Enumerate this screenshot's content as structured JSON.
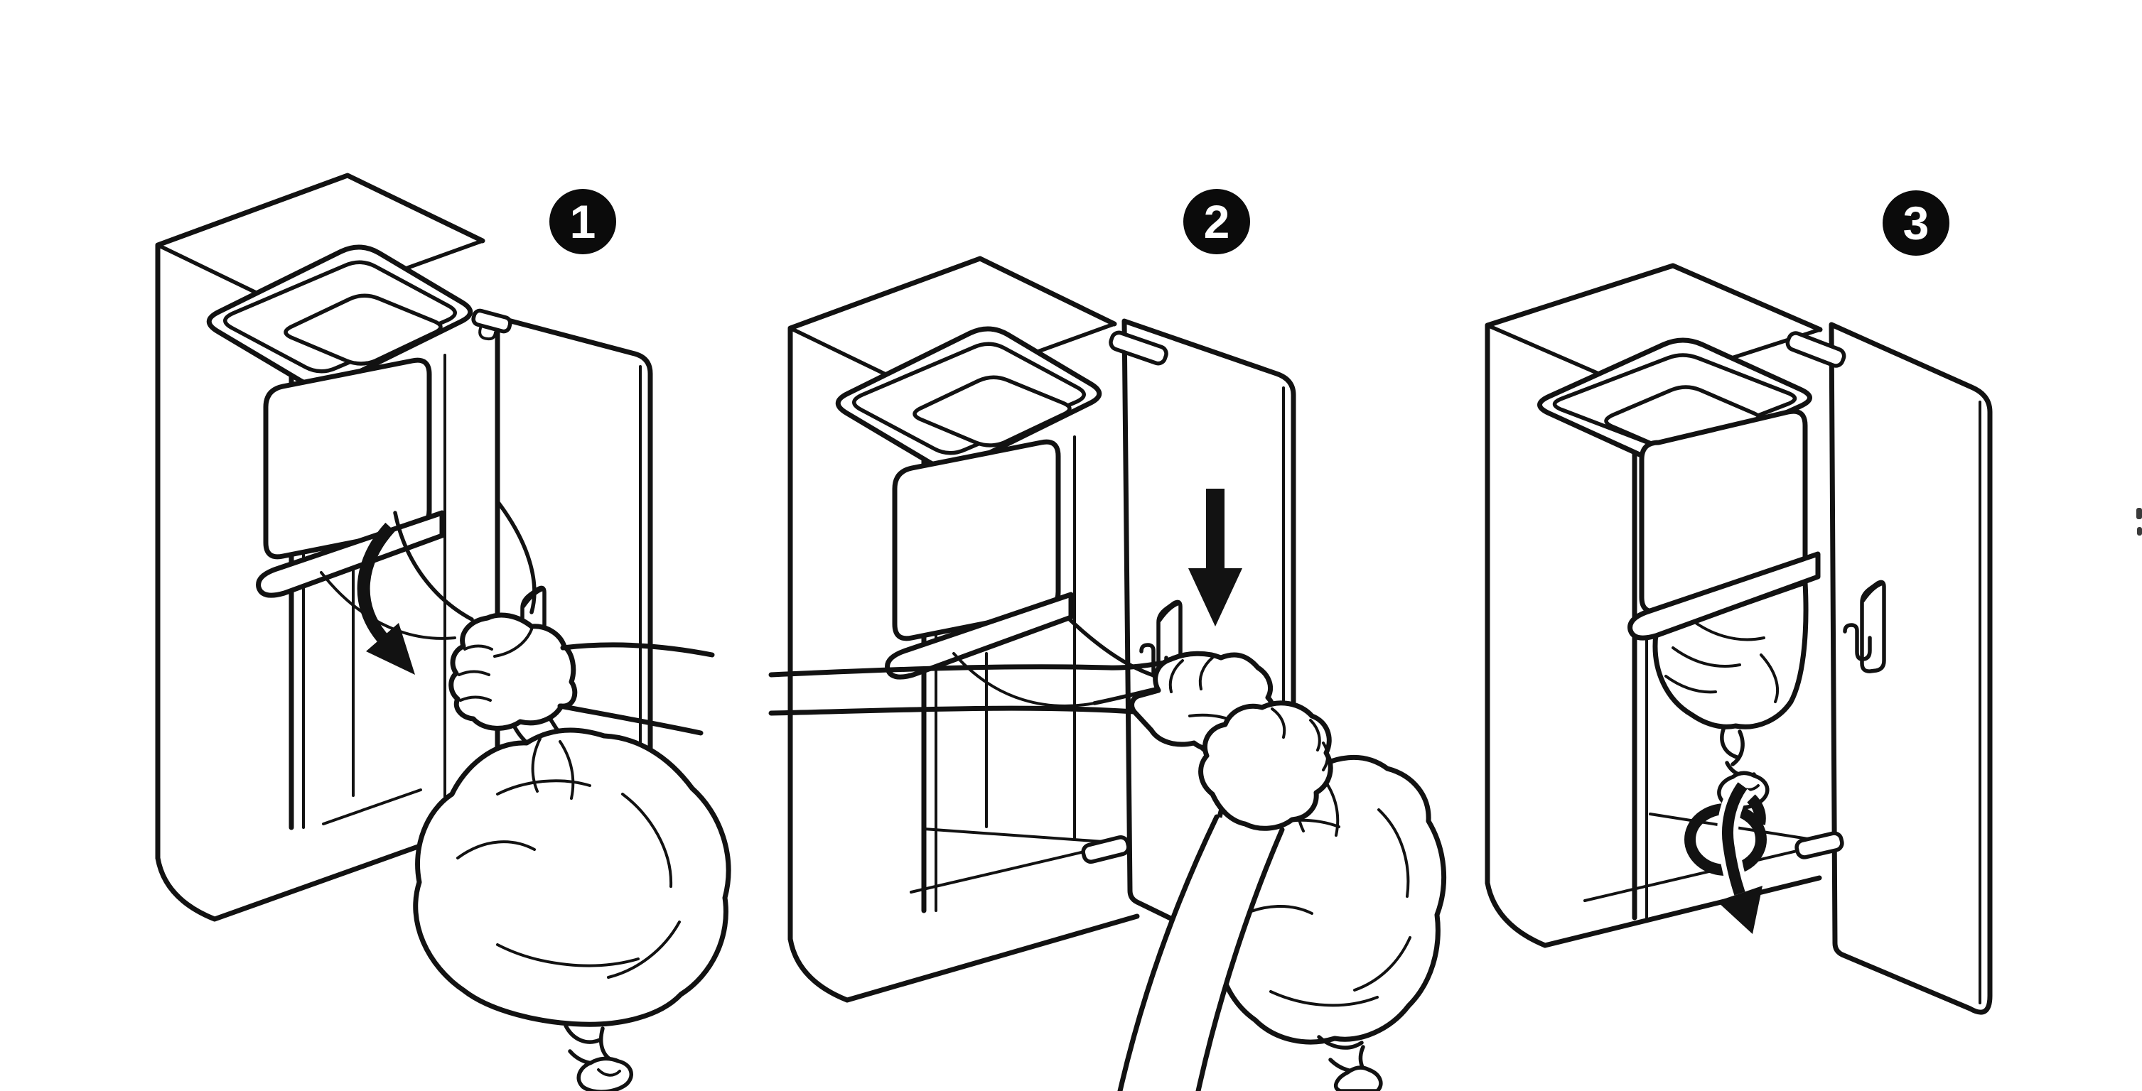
{
  "sheet": {
    "background_color": "#ffffff",
    "line_color": "#121212",
    "badge_background": "#0b0b0b",
    "badge_text_color": "#ffffff"
  },
  "steps": [
    {
      "number": "1",
      "icons": [
        "curved-down-arrow-icon"
      ]
    },
    {
      "number": "2",
      "icons": [
        "down-arrow-icon"
      ]
    },
    {
      "number": "3",
      "icons": [
        "overhand-knot-icon",
        "down-arrow-icon"
      ]
    }
  ]
}
